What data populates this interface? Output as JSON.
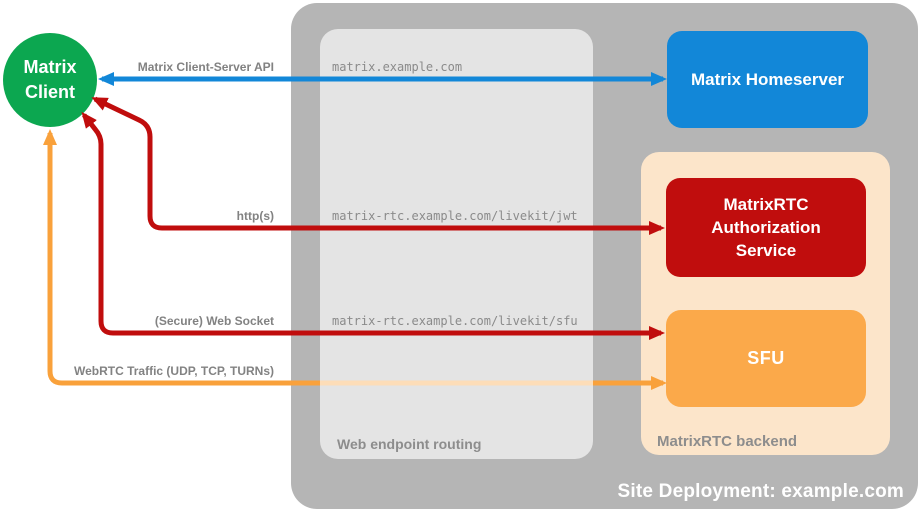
{
  "diagram_title": "MatrixRTC site deployment diagram",
  "client": {
    "lines": [
      "Matrix",
      "Client"
    ],
    "color": "#0ca750"
  },
  "site": {
    "label": "Site Deployment: example.com",
    "color": "#b5b5b5"
  },
  "groups": {
    "endpoint_routing": {
      "label": "Web endpoint routing"
    },
    "backend": {
      "label": "MatrixRTC backend",
      "color": "#fce5ca"
    }
  },
  "nodes": {
    "homeserver": {
      "label": "Matrix Homeserver",
      "color": "#1287d8"
    },
    "auth_service": {
      "label": "MatrixRTC Authorization Service",
      "color": "#c00d0d"
    },
    "sfu": {
      "label": "SFU",
      "color": "#fba94a"
    }
  },
  "routes": {
    "homeserver": "matrix.example.com",
    "jwt": "matrix-rtc.example.com/livekit/jwt",
    "sfu": "matrix-rtc.example.com/livekit/sfu"
  },
  "connections": {
    "client_server_api": {
      "label": "Matrix Client-Server API",
      "color": "#1287d8",
      "bidirectional": true
    },
    "https": {
      "label": "http(s)",
      "color": "#c00d0d",
      "bidirectional": true
    },
    "websocket": {
      "label": "(Secure) Web Socket",
      "color": "#c00d0d",
      "bidirectional": true
    },
    "webrtc": {
      "label": "WebRTC Traffic (UDP, TCP, TURNs)",
      "color": "#f9a13b",
      "bidirectional": true
    }
  }
}
